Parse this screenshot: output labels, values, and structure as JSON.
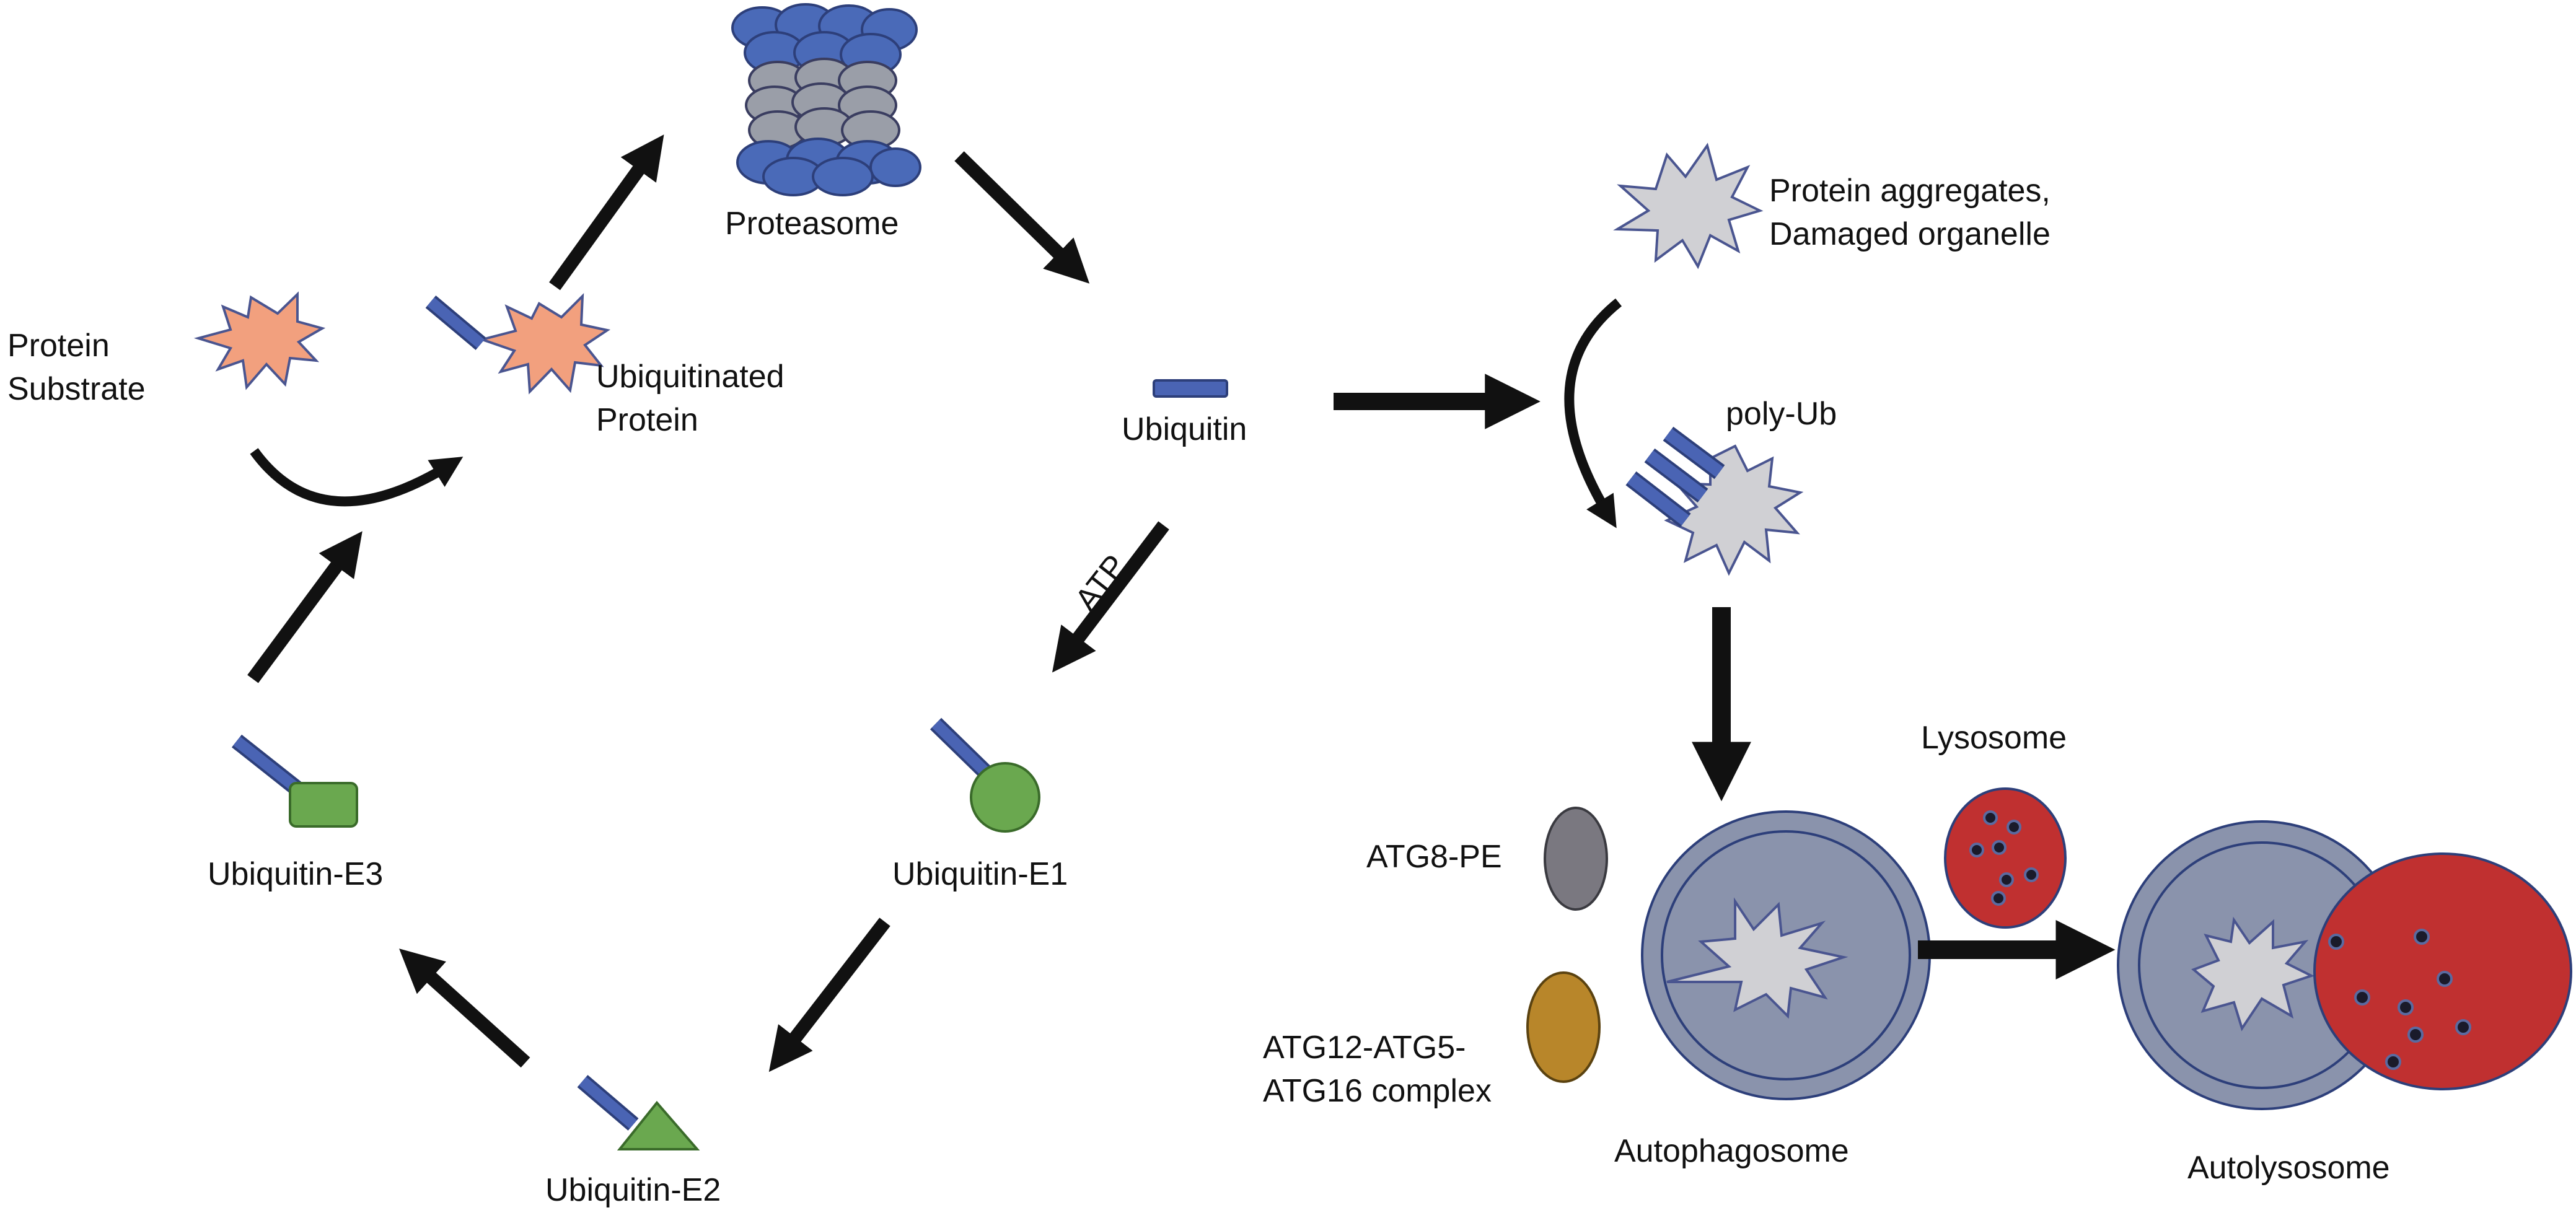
{
  "labels": {
    "proteasome": "Proteasome",
    "protein_substrate_line1": "Protein",
    "protein_substrate_line2": "Substrate",
    "ubiquitinated_line1": "Ubiquitinated",
    "ubiquitinated_line2": "Protein",
    "ubiquitin": "Ubiquitin",
    "atp": "ATP",
    "ubiquitin_e1": "Ubiquitin-E1",
    "ubiquitin_e2": "Ubiquitin-E2",
    "ubiquitin_e3": "Ubiquitin-E3",
    "aggregates_line1": "Protein aggregates,",
    "aggregates_line2": "Damaged  organelle",
    "poly_ub": "poly-Ub",
    "lysosome": "Lysosome",
    "atg8": "ATG8-PE",
    "atg12_line1": "ATG12-ATG5-",
    "atg12_line2": "ATG16 complex",
    "autophagosome": "Autophagosome",
    "autolysosome": "Autolysosome"
  },
  "colors": {
    "ubiquitin_blue": "#4a64b4",
    "proteasome_blue": "#4a6ab8",
    "proteasome_gray": "#9a9ea8",
    "substrate_salmon": "#f2a07e",
    "aggregate_gray": "#d0d0d4",
    "enzyme_green": "#6aa84f",
    "vesicle_gray": "#8a93ac",
    "lysosome_red": "#c03030",
    "atg8_gray": "#7a7880",
    "atg12_gold": "#b8862a",
    "arrow_black": "#111111"
  }
}
